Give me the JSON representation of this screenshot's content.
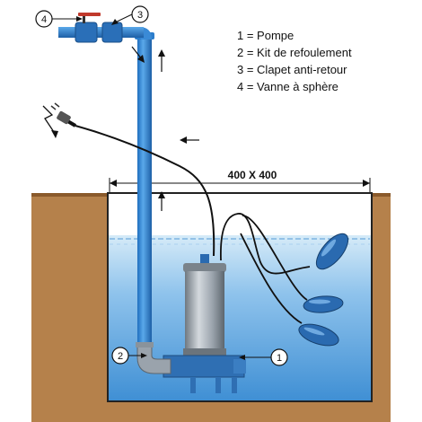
{
  "legend": [
    {
      "num": "1",
      "label": "1 = Pompe"
    },
    {
      "num": "2",
      "label": "2 = Kit de refoulement"
    },
    {
      "num": "3",
      "label": "3 = Clapet anti-retour"
    },
    {
      "num": "4",
      "label": "4 = Vanne à sphère"
    }
  ],
  "dimension_label": "400 X 400",
  "markers": {
    "pump": "1",
    "discharge_kit": "2",
    "check_valve": "3",
    "ball_valve": "4"
  },
  "colors": {
    "soil": "#b8834d",
    "soil_dark": "#8a5a2b",
    "water": "#5ea8e0",
    "water_light": "#c9e3f6",
    "pipe": "#2f86d6",
    "pump_body": "#9aa3ac",
    "pump_base": "#2f6fb3",
    "float_switch": "#2a6ab0",
    "cable": "#111111"
  }
}
